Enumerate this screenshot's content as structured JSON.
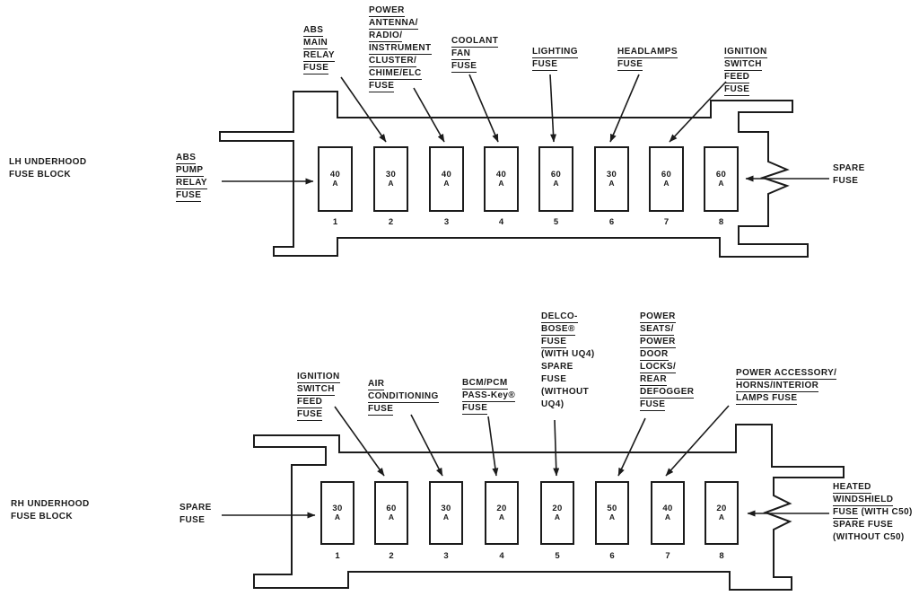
{
  "diagram": {
    "blocks": [
      {
        "key": "lh-underhood-fuse-block",
        "name_lines": [
          "LH UNDERHOOD",
          "FUSE BLOCK"
        ],
        "amp_unit": "A",
        "fuses": [
          {
            "number": "1",
            "amps": "40"
          },
          {
            "number": "2",
            "amps": "30"
          },
          {
            "number": "3",
            "amps": "40"
          },
          {
            "number": "4",
            "amps": "40"
          },
          {
            "number": "5",
            "amps": "60"
          },
          {
            "number": "6",
            "amps": "30"
          },
          {
            "number": "7",
            "amps": "60"
          },
          {
            "number": "8",
            "amps": "60"
          }
        ],
        "callouts": [
          {
            "key": "abs-pump-relay-fuse",
            "lines": [
              {
                "text": "ABS",
                "underline": true
              },
              {
                "text": "PUMP",
                "underline": true
              },
              {
                "text": "RELAY",
                "underline": true
              },
              {
                "text": "FUSE",
                "underline": true
              }
            ]
          },
          {
            "key": "abs-main-relay-fuse",
            "lines": [
              {
                "text": "ABS",
                "underline": true
              },
              {
                "text": "MAIN",
                "underline": true
              },
              {
                "text": "RELAY",
                "underline": true
              },
              {
                "text": "FUSE",
                "underline": true
              }
            ]
          },
          {
            "key": "power-antenna-radio-instrument-cluster-chime-elc-fuse",
            "lines": [
              {
                "text": "POWER",
                "underline": true
              },
              {
                "text": "ANTENNA/",
                "underline": true
              },
              {
                "text": "RADIO/",
                "underline": true
              },
              {
                "text": "INSTRUMENT",
                "underline": true
              },
              {
                "text": "CLUSTER/",
                "underline": true
              },
              {
                "text": "CHIME/ELC",
                "underline": true
              },
              {
                "text": "FUSE",
                "underline": true
              }
            ]
          },
          {
            "key": "coolant-fan-fuse",
            "lines": [
              {
                "text": "COOLANT",
                "underline": true
              },
              {
                "text": "FAN",
                "underline": true
              },
              {
                "text": "FUSE",
                "underline": true
              }
            ]
          },
          {
            "key": "lighting-fuse",
            "lines": [
              {
                "text": "LIGHTING",
                "underline": true
              },
              {
                "text": "FUSE",
                "underline": true
              }
            ]
          },
          {
            "key": "headlamps-fuse",
            "lines": [
              {
                "text": "HEADLAMPS",
                "underline": true
              },
              {
                "text": "FUSE",
                "underline": true
              }
            ]
          },
          {
            "key": "ignition-switch-feed-fuse",
            "lines": [
              {
                "text": "IGNITION",
                "underline": true
              },
              {
                "text": "SWITCH",
                "underline": true
              },
              {
                "text": "FEED",
                "underline": true
              },
              {
                "text": "FUSE",
                "underline": true
              }
            ]
          },
          {
            "key": "spare-fuse",
            "lines": [
              {
                "text": "SPARE",
                "underline": false
              },
              {
                "text": "FUSE",
                "underline": false
              }
            ]
          }
        ]
      },
      {
        "key": "rh-underhood-fuse-block",
        "name_lines": [
          "RH UNDERHOOD",
          "FUSE BLOCK"
        ],
        "amp_unit": "A",
        "fuses": [
          {
            "number": "1",
            "amps": "30"
          },
          {
            "number": "2",
            "amps": "60"
          },
          {
            "number": "3",
            "amps": "30"
          },
          {
            "number": "4",
            "amps": "20"
          },
          {
            "number": "5",
            "amps": "20"
          },
          {
            "number": "6",
            "amps": "50"
          },
          {
            "number": "7",
            "amps": "40"
          },
          {
            "number": "8",
            "amps": "20"
          }
        ],
        "callouts": [
          {
            "key": "spare-fuse",
            "lines": [
              {
                "text": "SPARE",
                "underline": false
              },
              {
                "text": "FUSE",
                "underline": false
              }
            ]
          },
          {
            "key": "ignition-switch-feed-fuse",
            "lines": [
              {
                "text": "IGNITION",
                "underline": true
              },
              {
                "text": "SWITCH",
                "underline": true
              },
              {
                "text": "FEED",
                "underline": true
              },
              {
                "text": "FUSE",
                "underline": true
              }
            ]
          },
          {
            "key": "air-conditioning-fuse",
            "lines": [
              {
                "text": "AIR",
                "underline": true
              },
              {
                "text": "CONDITIONING",
                "underline": true
              },
              {
                "text": "FUSE",
                "underline": true
              }
            ]
          },
          {
            "key": "bcm-pcm-pass-key-fuse",
            "lines": [
              {
                "text": "BCM/PCM",
                "underline": true
              },
              {
                "text": "PASS-Key®",
                "underline": true
              },
              {
                "text": "FUSE",
                "underline": true
              }
            ]
          },
          {
            "key": "delco-bose-fuse",
            "lines": [
              {
                "text": "DELCO-",
                "underline": true
              },
              {
                "text": "BOSE®",
                "underline": true
              },
              {
                "text": "FUSE",
                "underline": true
              },
              {
                "text": "(WITH UQ4)",
                "underline": false
              },
              {
                "text": "SPARE",
                "underline": false
              },
              {
                "text": "FUSE",
                "underline": false
              },
              {
                "text": "(WITHOUT",
                "underline": false
              },
              {
                "text": "UQ4)",
                "underline": false
              }
            ]
          },
          {
            "key": "power-seats-power-door-locks-rear-defogger-fuse",
            "lines": [
              {
                "text": "POWER",
                "underline": true
              },
              {
                "text": "SEATS/",
                "underline": true
              },
              {
                "text": "POWER",
                "underline": true
              },
              {
                "text": "DOOR",
                "underline": true
              },
              {
                "text": "LOCKS/",
                "underline": true
              },
              {
                "text": "REAR",
                "underline": true
              },
              {
                "text": "DEFOGGER",
                "underline": true
              },
              {
                "text": "FUSE",
                "underline": true
              }
            ]
          },
          {
            "key": "power-accessory-horns-interior-lamps-fuse",
            "lines": [
              {
                "text": "POWER ACCESSORY/",
                "underline": true
              },
              {
                "text": "HORNS/INTERIOR",
                "underline": true
              },
              {
                "text": "LAMPS FUSE",
                "underline": true
              }
            ]
          },
          {
            "key": "heated-windshield-fuse",
            "lines": [
              {
                "text": "HEATED",
                "underline": true
              },
              {
                "text": "WINDSHIELD",
                "underline": true
              },
              {
                "text": "FUSE",
                "underline": true,
                "rest": " (WITH C50)"
              },
              {
                "text": "SPARE FUSE",
                "underline": false
              },
              {
                "text": "(WITHOUT C50)",
                "underline": false
              }
            ]
          }
        ]
      }
    ]
  }
}
